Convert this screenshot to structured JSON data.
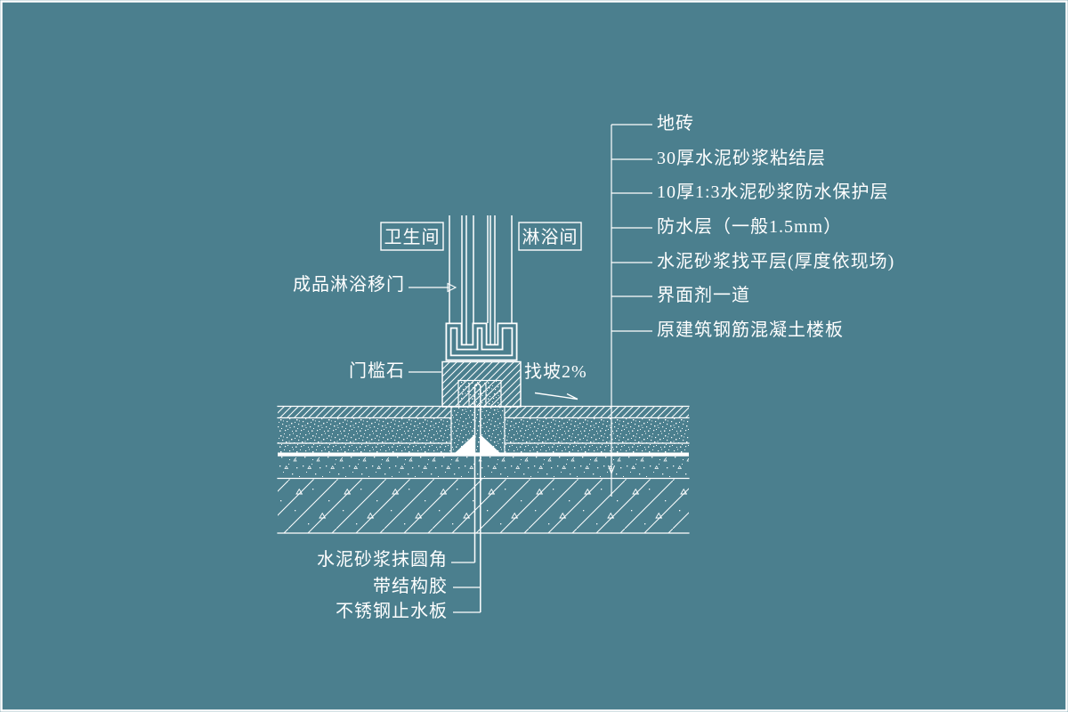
{
  "drawing": {
    "title_meaning": "淋浴间门槛石防水节点详图",
    "colors": {
      "background": "#4b7f8e",
      "line": "#ffffff"
    },
    "room_labels": {
      "left_room": "卫生间",
      "right_room": "淋浴间"
    },
    "left_callouts": {
      "door": "成品淋浴移门",
      "threshold": "门槛石",
      "slope": "找坡2%"
    },
    "right_callouts": [
      "地砖",
      "30厚水泥砂浆粘结层",
      "10厚1:3水泥砂浆防水保护层",
      "防水层（一般1.5mm）",
      "水泥砂浆找平层(厚度依现场)",
      "界面剂一道",
      "原建筑钢筋混凝土楼板"
    ],
    "bottom_callouts": [
      "水泥砂浆抹圆角",
      "带结构胶",
      "不锈钢止水板"
    ]
  }
}
